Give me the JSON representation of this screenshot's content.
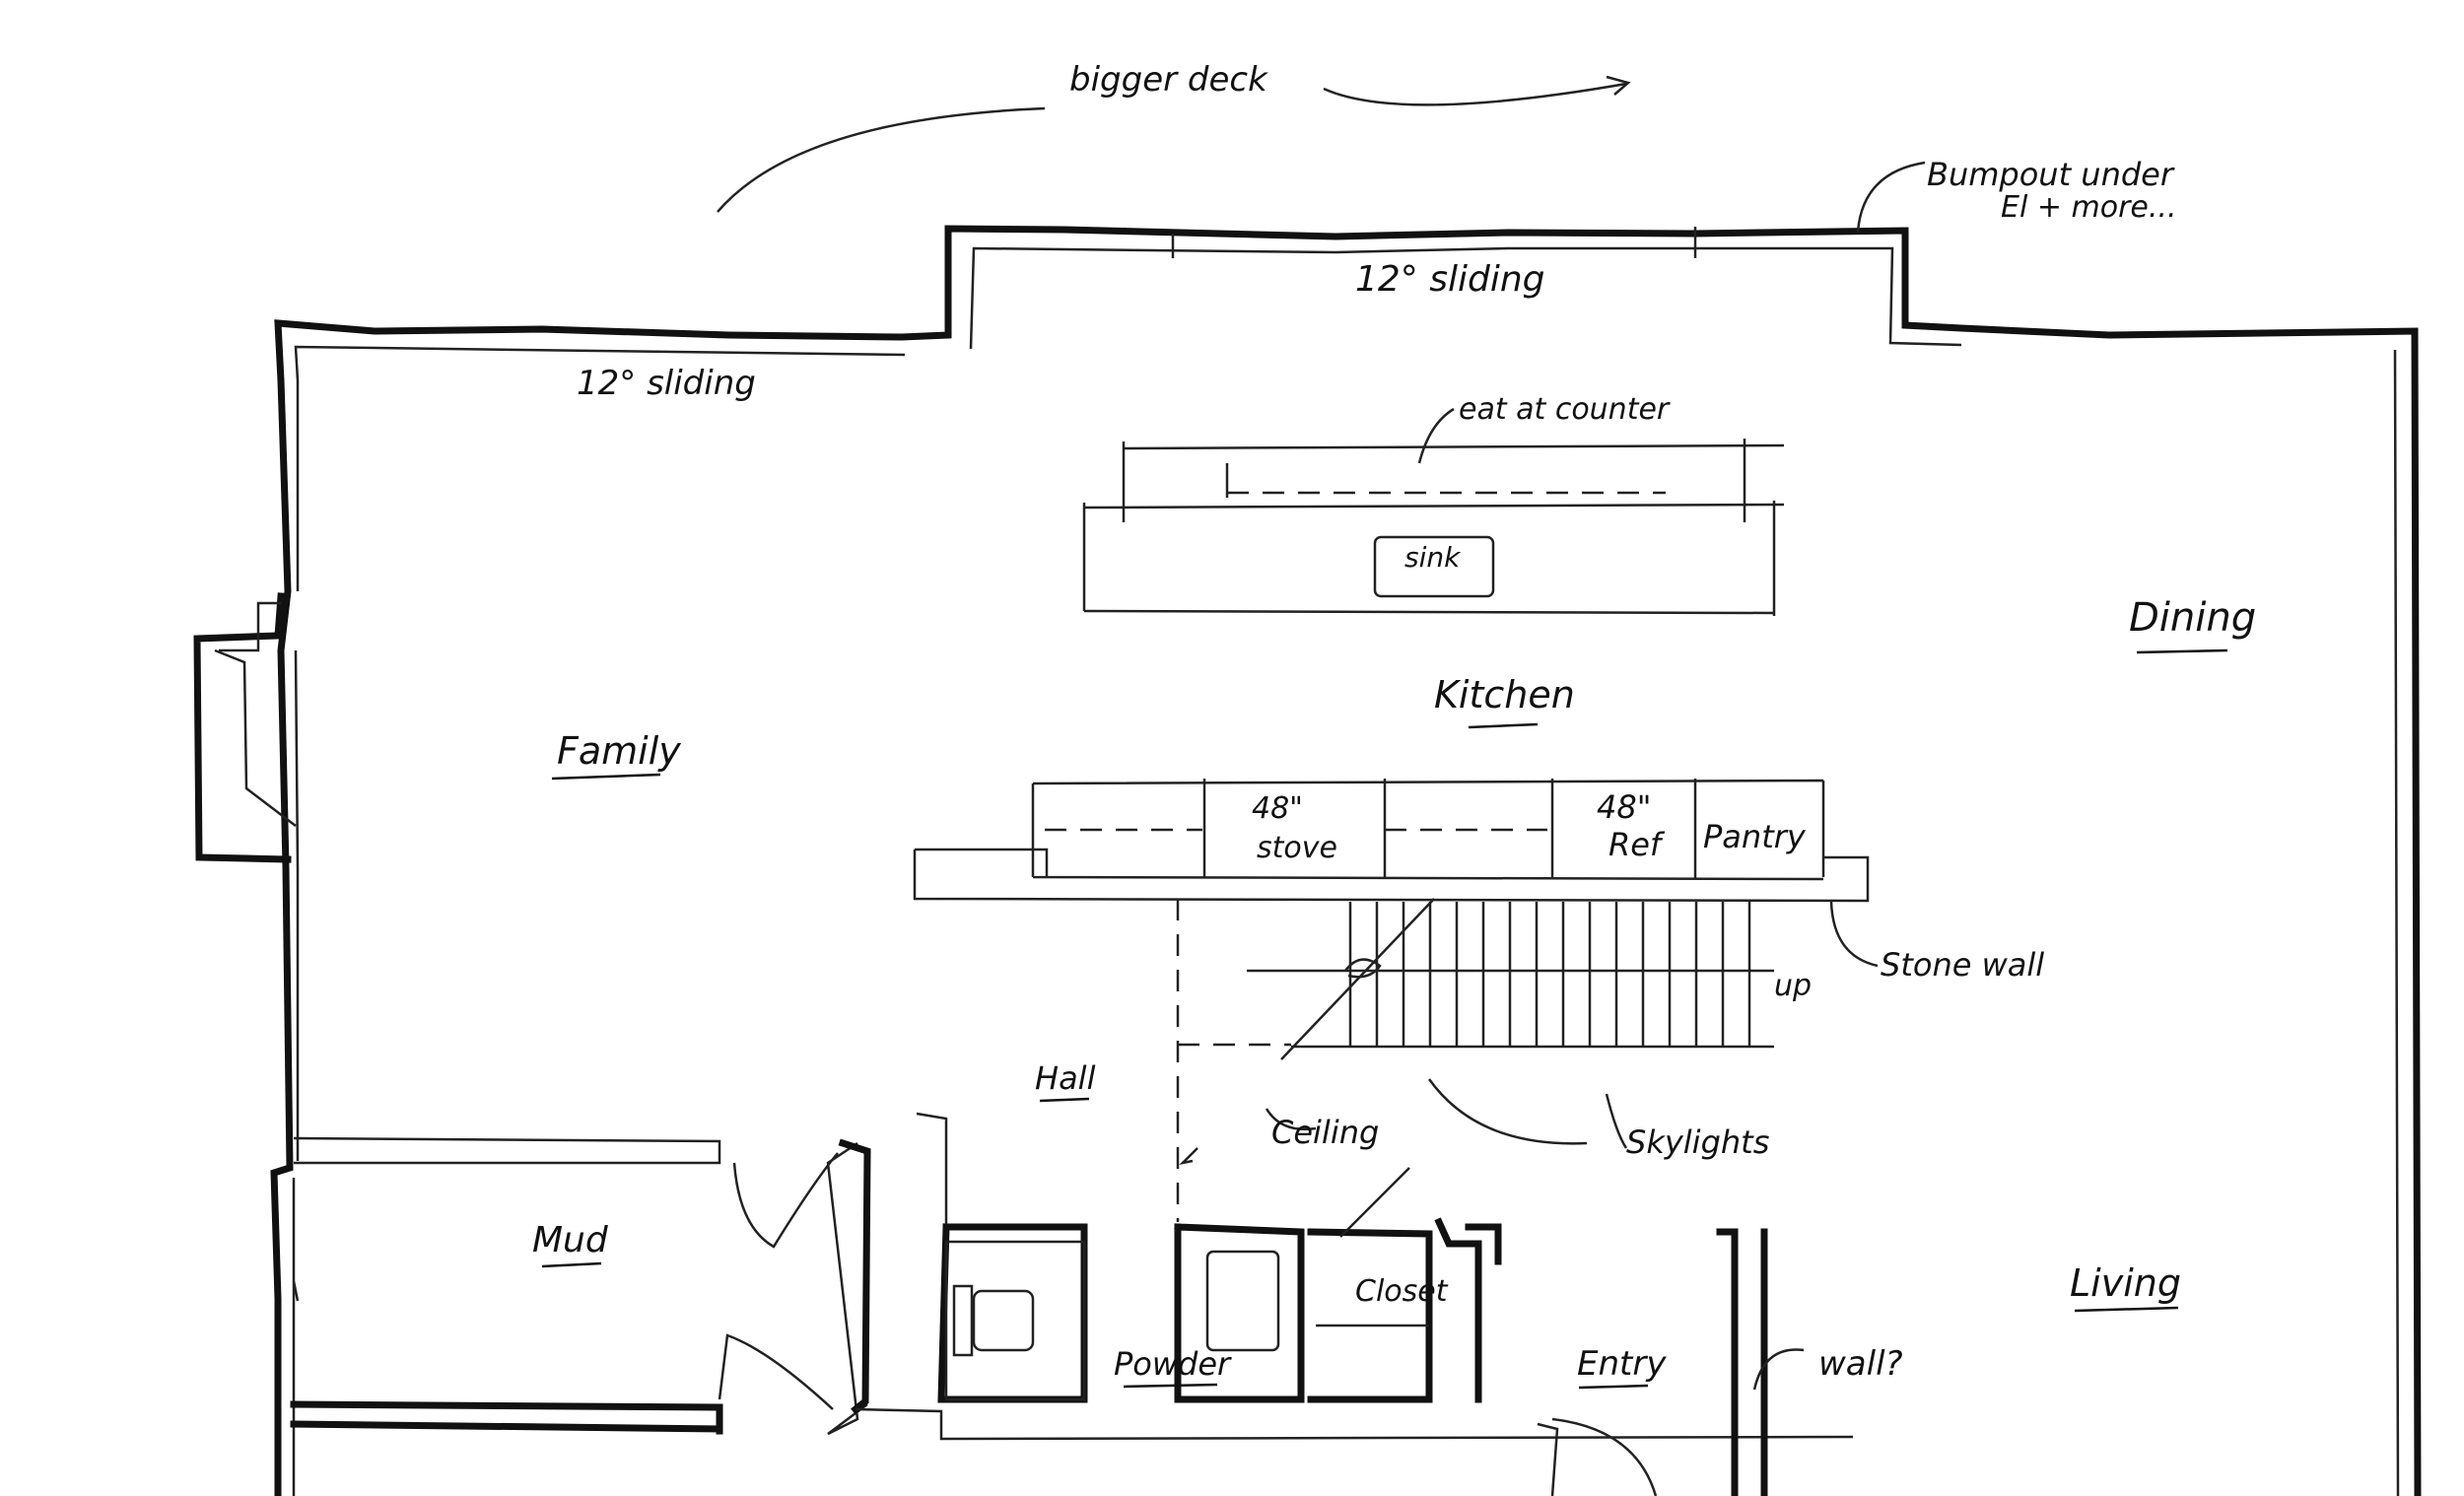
{
  "annotations": {
    "bigger_deck": "bigger deck",
    "bumpout_line1": "Bumpout under",
    "bumpout_line2": "El + more...",
    "sliding_top": "12° sliding",
    "sliding_left": "12° sliding",
    "eat_at_counter": "eat at counter",
    "sink": "sink",
    "stove_size": "48\"",
    "stove": "stove",
    "ref_size": "48\"",
    "ref": "Ref",
    "pantry": "Pantry",
    "up": "up",
    "stone_wall": "Stone wall",
    "ceiling": "Ceiling",
    "skylights": "Skylights",
    "closet": "Closet",
    "wall_q": "wall?"
  },
  "rooms": {
    "family": "Family",
    "kitchen": "Kitchen",
    "dining": "Dining",
    "hall": "Hall",
    "mud": "Mud",
    "powder": "Powder",
    "entry": "Entry",
    "living": "Living"
  }
}
